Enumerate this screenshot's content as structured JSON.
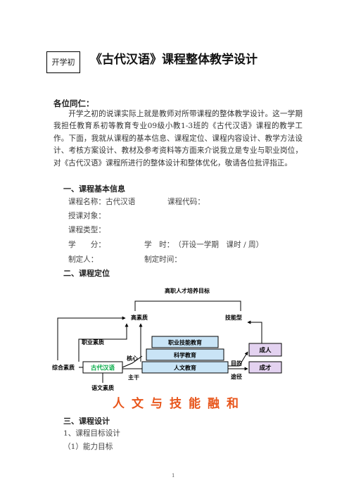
{
  "header": {
    "tag": "开学初",
    "title": "《古代汉语》课程整体教学设计"
  },
  "intro": {
    "greeting": "各位同仁：",
    "paragraph": "开学之初的说课实际上就是教师对所带课程的整体教学设计。这一学期我担任教育系初等教育专业09级小教1-3班的《古代汉语》课程的教学工作。下面，我就从课程的基本信息、课程定位、课程内容设计、教学方法设计、考核方案设计、教材及参考资料等方面来介说我立是专业与职业岗位，对《古代汉语》课程所进行的整体设计和整体优化，敬请各位批评指正。"
  },
  "section1": {
    "heading": "一、课程基本信息",
    "course_name": "课程名称：古代汉语",
    "course_code": "课程代码：",
    "audience": "授课对象：",
    "course_type": "课程类型：",
    "credit": "学　　分：",
    "hours": "学　时：　（开设一学期　课时 / 周）",
    "author": "制定人：",
    "date": "制定时间："
  },
  "section2": {
    "heading": "二、课程定位"
  },
  "diagram": {
    "top_label": "高职人才培养目标",
    "high_quality": "高素质",
    "skill_type": "技能型",
    "vocational_quality": "职业素质",
    "comprehensive_quality": "综合素质",
    "language_quality": "语文素质",
    "course": "古代汉语",
    "core": "核心",
    "main": "主干",
    "tier_top": "职业技能教育",
    "tier_mid": "科学教育",
    "tier_bottom": "人文教育",
    "goal": "目的",
    "path": "途径",
    "adult": "成人",
    "talent": "成才"
  },
  "slogan": "人文与技能融和",
  "section3": {
    "heading": "三、课程设计",
    "sub1": "1、课程目标设计",
    "sub1a": "（1）能力目标"
  },
  "page_number": "1",
  "colors": {
    "pyramid_fill": "#c9e4f6",
    "box_fill": "#e3d2f0",
    "slogan": "#e8561c"
  }
}
